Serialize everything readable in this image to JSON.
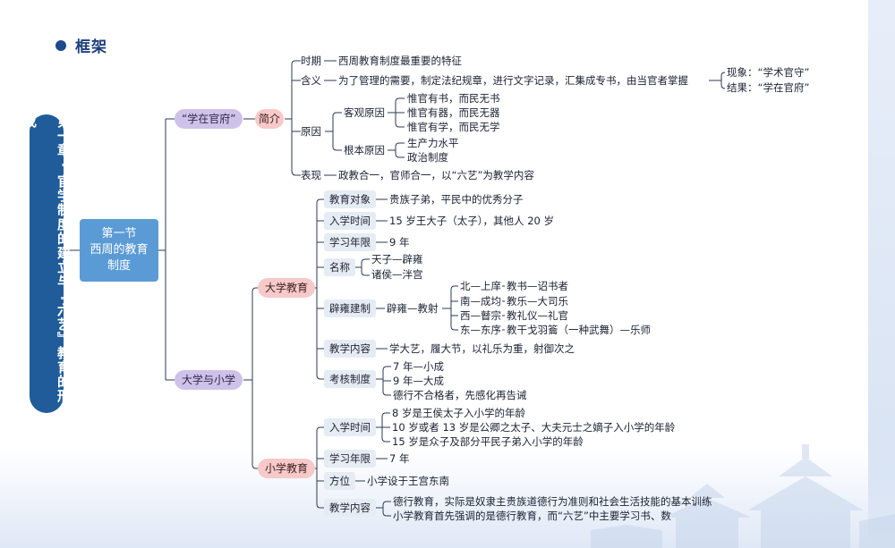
{
  "header": {
    "title": "框架"
  },
  "chapter": {
    "title": "第一章·官学制度的建立与『六艺』教育的形成"
  },
  "section": {
    "line1": "第一节",
    "line2": "西周的教育",
    "line3": "制度"
  },
  "xuezaiguanfu": {
    "label": "“学在官府”",
    "intro_label": "简介",
    "period": {
      "label": "时期",
      "text": "西周教育制度最重要的特征"
    },
    "meaning": {
      "label": "含义",
      "text": "为了管理的需要，制定法纪规章，进行文字记录，汇集成专书，由当官者掌握",
      "phenomenon": "现象：“学术官守”",
      "result": "结果：“学在官府”"
    },
    "reasons": {
      "label": "原因",
      "objective": {
        "label": "客观原因",
        "items": [
          "惟官有书，而民无书",
          "惟官有器，而民无器",
          "惟官有学，而民无学"
        ]
      },
      "fundamental": {
        "label": "根本原因",
        "items": [
          "生产力水平",
          "政治制度"
        ]
      }
    },
    "expression": {
      "label": "表现",
      "text": "政教合一，官师合一，以“六艺”为教学内容"
    }
  },
  "schools": {
    "label": "大学与小学",
    "university": {
      "label": "大学教育",
      "objects": {
        "label": "教育对象",
        "text": "贵族子弟，平民中的优秀分子"
      },
      "entry": {
        "label": "入学时间",
        "text": "15 岁王大子（太子），其他人 20 岁"
      },
      "years": {
        "label": "学习年限",
        "text": "9 年"
      },
      "names": {
        "label": "名称",
        "items": [
          "天子—辟雍",
          "诸侯—泮宫"
        ]
      },
      "biyong": {
        "label": "辟雍建制",
        "center": "辟雍—教射",
        "items": [
          {
            "place": "北—上庠",
            "teach": "教书—诏书者"
          },
          {
            "place": "南—成均",
            "teach": "教乐—大司乐"
          },
          {
            "place": "西—瞽宗",
            "teach": "教礼仪—礼官"
          },
          {
            "place": "东—东序",
            "teach": "教干戈羽籥（一种武舞）—乐师"
          }
        ]
      },
      "content": {
        "label": "教学内容",
        "text": "学大艺，履大节，以礼乐为重，射御次之"
      },
      "assessment": {
        "label": "考核制度",
        "items": [
          "7 年—小成",
          "9 年—大成",
          "德行不合格者，先感化再告诫"
        ]
      }
    },
    "primary": {
      "label": "小学教育",
      "entry": {
        "label": "入学时间",
        "items": [
          "8 岁是王侯太子入小学的年龄",
          "10 岁或者 13 岁是公卿之太子、大夫元士之嫡子入小学的年龄",
          "15 岁是众子及部分平民子弟入小学的年龄"
        ]
      },
      "years": {
        "label": "学习年限",
        "text": "7 年"
      },
      "location": {
        "label": "方位",
        "text": "小学设于王宫东南"
      },
      "content": {
        "label": "教学内容",
        "items": [
          "德行教育，实际是奴隶主贵族道德行为准则和社会生活技能的基本训练",
          "小学教育首先强调的是德行教育，而“六艺”中主要学习书、数"
        ]
      }
    }
  },
  "connector": "—",
  "colors": {
    "chapter": "#1f5c99",
    "section": "#5b9bd5",
    "purple": "#cfc2e8",
    "pink": "#f7c9c9",
    "line": "#2b3a55"
  }
}
